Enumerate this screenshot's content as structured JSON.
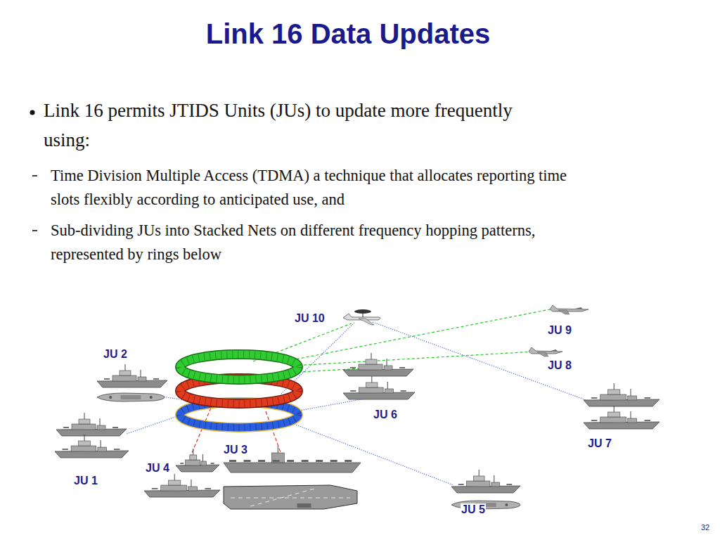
{
  "diagram": {
    "title": "Link 16 Data Updates",
    "labels": [
      "Link 16 permits JTIDS Units (JUs) to update more frequently using:",
      "Time Division Multiple Access (TDMA) a technique that allocates reporting time slots flexibly according to anticipated use, and",
      "Sub-dividing JUs into Stacked Nets on different frequency hopping patterns, represented by rings below",
      "JU 10",
      "JU 9",
      "JU 2",
      "JU 8",
      "JU 6",
      "JU 7",
      "JU 3",
      "JU 4",
      "JU 1",
      "JU 5",
      "32"
    ]
  }
}
